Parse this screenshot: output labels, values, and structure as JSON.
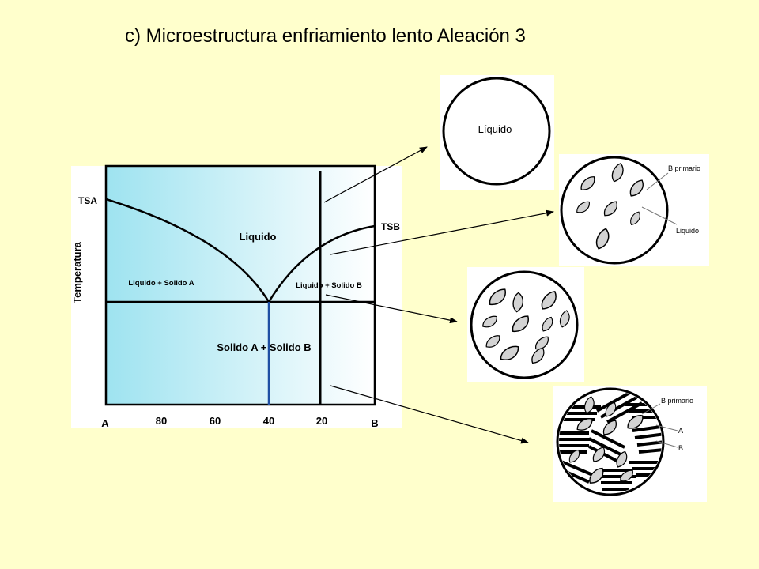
{
  "title": "c) Microestructura enfriamiento lento Aleación 3",
  "phase_diagram": {
    "y_axis_label": "Temperatura",
    "label_tsa": "TSA",
    "label_tsb": "TSB",
    "label_liquid": "Liquido",
    "label_liquid_solid_a": "Liquido + Solido A",
    "label_liquid_solid_b": "Liquido + Solido B",
    "label_solid_a_b": "Solido A + Solido B",
    "x_left": "A",
    "x_right": "B",
    "x_ticks": [
      "80",
      "60",
      "40",
      "20"
    ],
    "gradient_start": "#9ee3f0",
    "gradient_end": "#ffffff",
    "eutectic_line_color": "#1f4fa3"
  },
  "micrographs": {
    "m1_label": "Líquido",
    "m2_label_primary": "B primario",
    "m2_label_liquid": "Liquido",
    "m4_label_primary": "B primario",
    "m4_label_a": "A",
    "m4_label_b": "B"
  }
}
